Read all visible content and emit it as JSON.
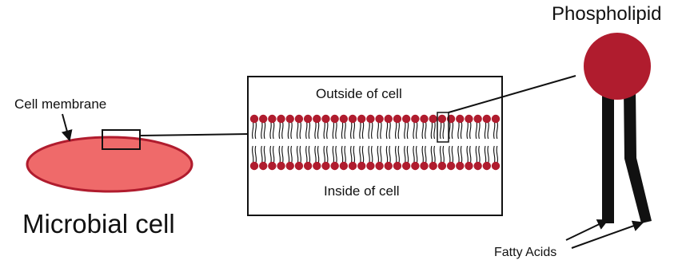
{
  "labels": {
    "cell_membrane": "Cell membrane",
    "microbial_cell": "Microbial cell",
    "outside": "Outside of cell",
    "inside": "Inside of cell",
    "phospholipid": "Phospholipid",
    "fatty_acids": "Fatty Acids"
  },
  "colors": {
    "head": "#b01c2e",
    "cell_fill": "#ef6a6a",
    "cell_stroke": "#b01c2e",
    "line": "#111111"
  },
  "bilayer": {
    "heads_per_layer": 28
  }
}
